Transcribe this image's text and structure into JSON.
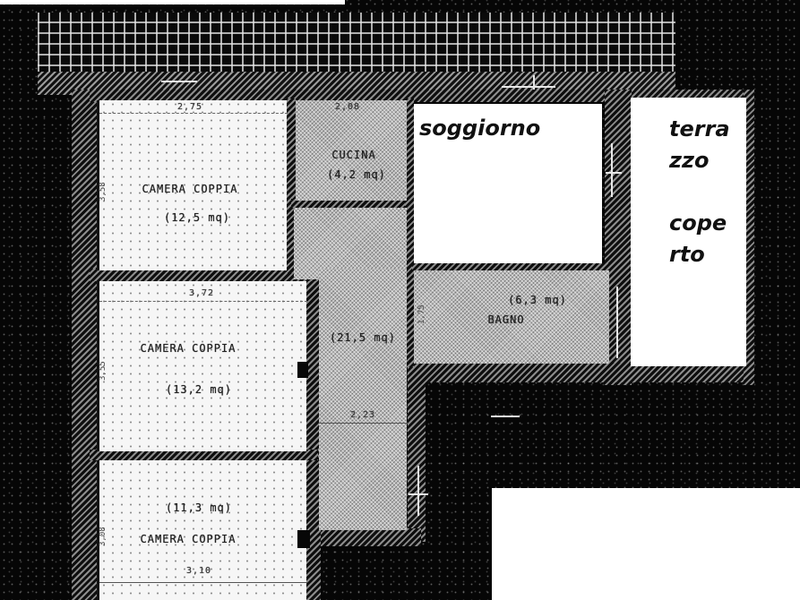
{
  "plan": {
    "type": "floor-plan",
    "rooms": [
      {
        "id": "camera-1",
        "name": "CAMERA COPPIA",
        "area": "(12,5 mq)",
        "dim_top": "2,75",
        "dim_side": "3,58"
      },
      {
        "id": "cucina",
        "name": "CUCINA",
        "area": "(4,2 mq)",
        "dim_top": "2,08"
      },
      {
        "id": "corridoio",
        "name": "",
        "area": "(21,5 mq)",
        "dim_mid": "2,23"
      },
      {
        "id": "camera-2",
        "name": "CAMERA COPPIA",
        "area": "(13,2 mq)",
        "dim_top": "3,72",
        "dim_side": "3,55"
      },
      {
        "id": "camera-3",
        "name": "CAMERA COPPIA",
        "area": "(11,3 mq)",
        "dim_bottom": "3,10",
        "dim_side": "3,08"
      },
      {
        "id": "bagno",
        "name": "BAGNO",
        "area": "(6,3 mq)",
        "dim_side": "1,75"
      },
      {
        "id": "soggiorno",
        "name": "soggiorno"
      },
      {
        "id": "terrazzo",
        "name_lines": [
          "terra",
          "zzo",
          "",
          "cope",
          "rto"
        ]
      }
    ]
  },
  "colors": {
    "background": "#050505",
    "room_light": "#f6f6f6",
    "room_gray": "#b9b9b9",
    "overlay_white": "#ffffff",
    "label_text": "#111111"
  }
}
